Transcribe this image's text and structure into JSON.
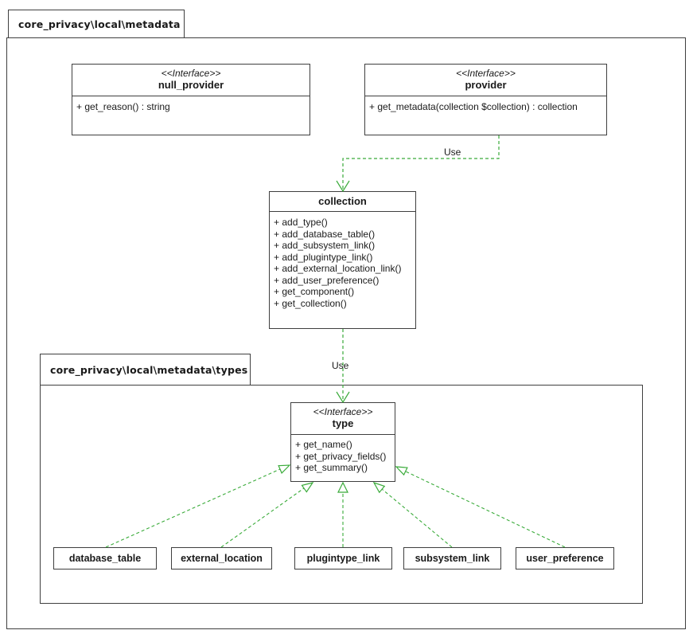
{
  "colors": {
    "edge_green": "#3aab3a",
    "box_border": "#3f3f3f",
    "background": "#ffffff"
  },
  "outer_package": {
    "title": "core_privacy\\local\\metadata"
  },
  "interfaces": {
    "null_provider": {
      "stereotype": "<<Interface>>",
      "name": "null_provider",
      "methods": [
        "+ get_reason() : string"
      ]
    },
    "provider": {
      "stereotype": "<<Interface>>",
      "name": "provider",
      "methods": [
        "+ get_metadata(collection $collection) : collection"
      ]
    }
  },
  "collection_class": {
    "name": "collection",
    "methods": [
      "+ add_type()",
      "+ add_database_table()",
      "+ add_subsystem_link()",
      "+ add_plugintype_link()",
      "+ add_external_location_link()",
      "+ add_user_preference()",
      "+ get_component()",
      "+ get_collection()"
    ]
  },
  "types_package": {
    "title": "core_privacy\\local\\metadata\\types"
  },
  "type_interface": {
    "stereotype": "<<Interface>>",
    "name": "type",
    "methods": [
      "+ get_name()",
      "+ get_privacy_fields()",
      "+ get_summary()"
    ]
  },
  "type_classes": [
    "database_table",
    "external_location",
    "plugintype_link",
    "subsystem_link",
    "user_preference"
  ],
  "edge_labels": {
    "use_provider_collection": "Use",
    "use_collection_type": "Use"
  }
}
